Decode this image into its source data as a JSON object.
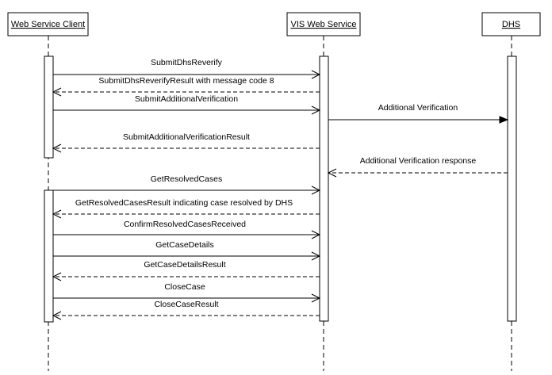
{
  "participants": {
    "client": "Web Service Client",
    "vis": "VIS Web Service",
    "dhs": "DHS"
  },
  "messages": [
    {
      "id": "m1",
      "label": "SubmitDhsReverify",
      "from": "client",
      "to": "vis",
      "kind": "sync"
    },
    {
      "id": "m2",
      "label": "SubmitDhsReverifyResult with message code 8",
      "from": "vis",
      "to": "client",
      "kind": "return"
    },
    {
      "id": "m3",
      "label": "SubmitAdditionalVerification",
      "from": "client",
      "to": "vis",
      "kind": "sync"
    },
    {
      "id": "m4",
      "label": "Additional Verification",
      "from": "vis",
      "to": "dhs",
      "kind": "sync-filled"
    },
    {
      "id": "m5",
      "label": "SubmitAdditionalVerificationResult",
      "from": "vis",
      "to": "client",
      "kind": "return"
    },
    {
      "id": "m6",
      "label": "Additional Verification response",
      "from": "dhs",
      "to": "vis",
      "kind": "return"
    },
    {
      "id": "m7",
      "label": "GetResolvedCases",
      "from": "client",
      "to": "vis",
      "kind": "sync"
    },
    {
      "id": "m8",
      "label": "GetResolvedCasesResult indicating case resolved by DHS",
      "from": "vis",
      "to": "client",
      "kind": "return"
    },
    {
      "id": "m9",
      "label": "ConfirmResolvedCasesReceived",
      "from": "client",
      "to": "vis",
      "kind": "sync"
    },
    {
      "id": "m10",
      "label": "GetCaseDetails",
      "from": "client",
      "to": "vis",
      "kind": "sync"
    },
    {
      "id": "m11",
      "label": "GetCaseDetailsResult",
      "from": "vis",
      "to": "client",
      "kind": "return"
    },
    {
      "id": "m12",
      "label": "CloseCase",
      "from": "client",
      "to": "vis",
      "kind": "sync"
    },
    {
      "id": "m13",
      "label": "CloseCaseResult",
      "from": "vis",
      "to": "client",
      "kind": "return"
    }
  ]
}
